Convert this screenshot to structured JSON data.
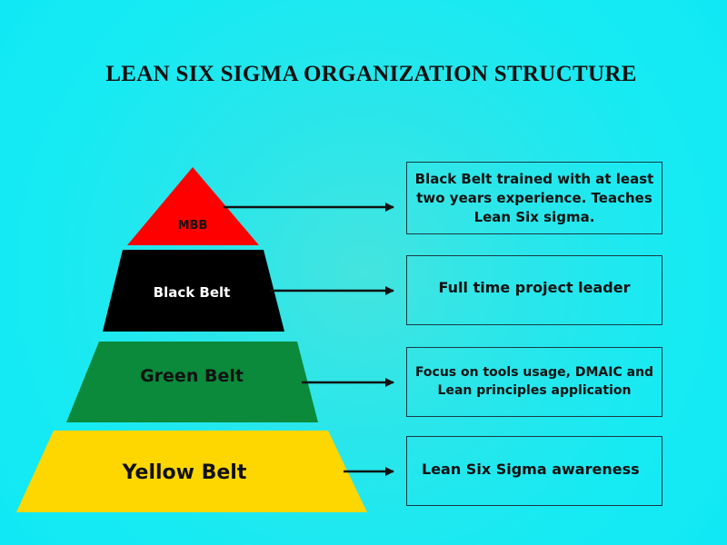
{
  "title": "LEAN SIX SIGMA ORGANIZATION STRUCTURE",
  "tiers": [
    {
      "label": "MBB",
      "color": "#ff0000",
      "text_color": "#111111",
      "description": "Black Belt trained with at least two years experience. Teaches Lean Six sigma."
    },
    {
      "label": "Black Belt",
      "color": "#000000",
      "text_color": "#ffffff",
      "description": "Full time project leader"
    },
    {
      "label": "Green Belt",
      "color": "#0a8a3a",
      "text_color": "#111111",
      "description": "Focus on tools usage, DMAIC and Lean principles application"
    },
    {
      "label": "Yellow Belt",
      "color": "#ffd700",
      "text_color": "#111111",
      "description": "Lean Six Sigma awareness"
    }
  ],
  "colors": {
    "background": "#1ce8f0",
    "arrow": "#111111",
    "box_border": "#1a3a44"
  }
}
